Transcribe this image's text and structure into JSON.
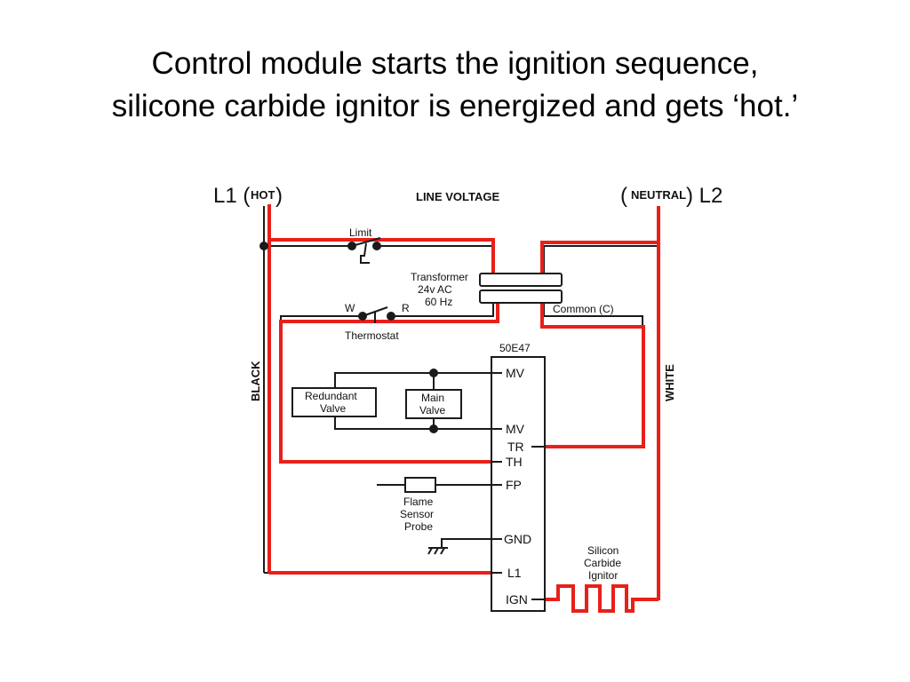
{
  "slide": {
    "title_line1": "Control module starts the ignition sequence,",
    "title_line2": "silicone carbide ignitor is energized and gets ‘hot.’"
  },
  "diagram": {
    "l1_prefix": "L1 (",
    "l1_hot": "HOT",
    "l1_suffix": ")",
    "line_voltage": "LINE VOLTAGE",
    "l2_prefix": "(",
    "l2_neutral": "NEUTRAL",
    "l2_suffix": ") L2",
    "limit": "Limit",
    "transformer_line1": "Transformer",
    "transformer_line2": "24v AC",
    "transformer_line3": "60 Hz",
    "common": "Common (C)",
    "w": "W",
    "r": "R",
    "thermostat": "Thermostat",
    "black": "BLACK",
    "white": "WHITE",
    "module": "50E47",
    "redundant_line1": "Redundant",
    "redundant_line2": "Valve",
    "main_line1": "Main",
    "main_line2": "Valve",
    "flame_line1": "Flame",
    "flame_line2": "Sensor",
    "flame_line3": "Probe",
    "ignitor_line1": "Silicon",
    "ignitor_line2": "Carbide",
    "ignitor_line3": "Ignitor",
    "terminals": {
      "mv_top": "MV",
      "mv_bottom": "MV",
      "tr": "TR",
      "th": "TH",
      "fp": "FP",
      "gnd": "GND",
      "l1": "L1",
      "ign": "IGN"
    },
    "colors": {
      "energized": "#e8201a",
      "wire": "#1a1a1a"
    }
  }
}
